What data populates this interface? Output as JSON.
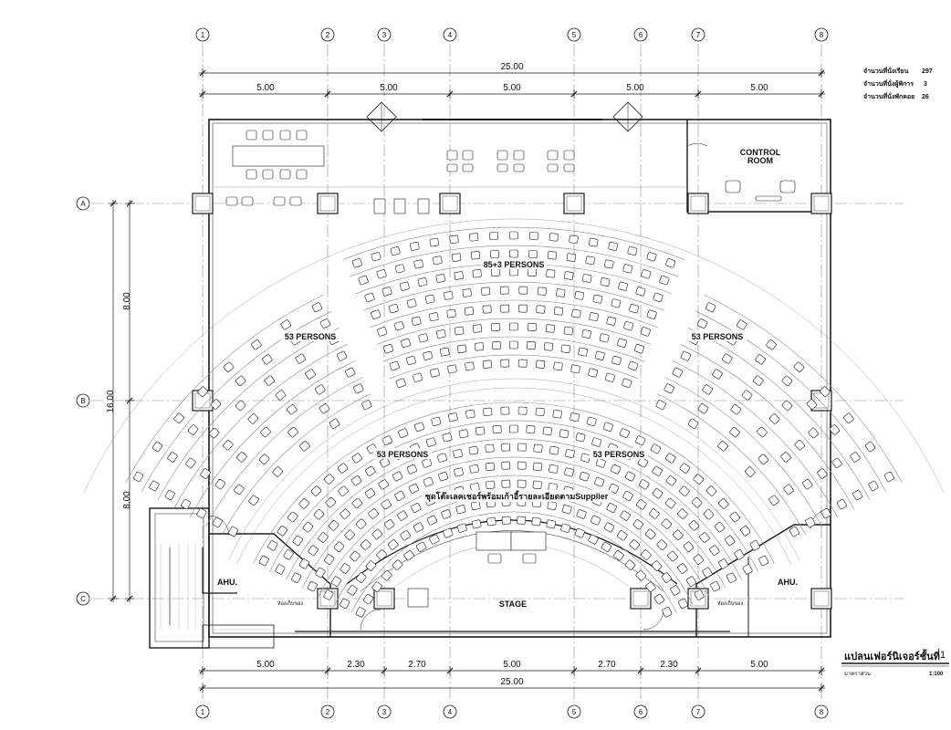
{
  "grid": {
    "columns": [
      "1",
      "2",
      "3",
      "4",
      "5",
      "6",
      "7",
      "8"
    ],
    "rows": [
      "A",
      "B",
      "C"
    ]
  },
  "dimensions": {
    "top_total": "25.00",
    "top_segments": [
      "5.00",
      "5.00",
      "5.00",
      "5.00",
      "5.00"
    ],
    "bottom_segments": [
      "5.00",
      "2.30",
      "2.70",
      "5.00",
      "2.70",
      "2.30",
      "5.00"
    ],
    "bottom_total": "25.00",
    "left_total": "16.00",
    "left_segments": [
      "8.00",
      "8.00"
    ]
  },
  "legend": [
    {
      "label": "จำนวนที่นั่งเรียน",
      "value": "297"
    },
    {
      "label": "จำนวนที่นั่งผู้พิการ",
      "value": "3"
    },
    {
      "label": "จำนวนที่นั่งพักคอย",
      "value": "26"
    }
  ],
  "rooms": {
    "control_room_line1": "CONTROL",
    "control_room_line2": "ROOM",
    "stage": "STAGE",
    "ahu_left": "AHU.",
    "ahu_right": "AHU.",
    "storage_left": "ห้องเก็บของ",
    "storage_right": "ห้องเก็บของ"
  },
  "seating": {
    "center_upper": "85+3 PERSONS",
    "left_upper": "53 PERSONS",
    "right_upper": "53 PERSONS",
    "left_lower": "53 PERSONS",
    "right_lower": "53 PERSONS",
    "note": "ชุดโต๊ะเลคเชอร์พร้อมเก้าอี้รายละเอียดตามSupplier"
  },
  "title": {
    "main": "แปลนเฟอร์นิเจอร์ชั้นที่",
    "number": "1",
    "scale_label": "มาตราส่วน",
    "scale_value": "1:100"
  },
  "colors": {
    "line": "#1a1a1a",
    "faint": "#8a8a8a"
  }
}
